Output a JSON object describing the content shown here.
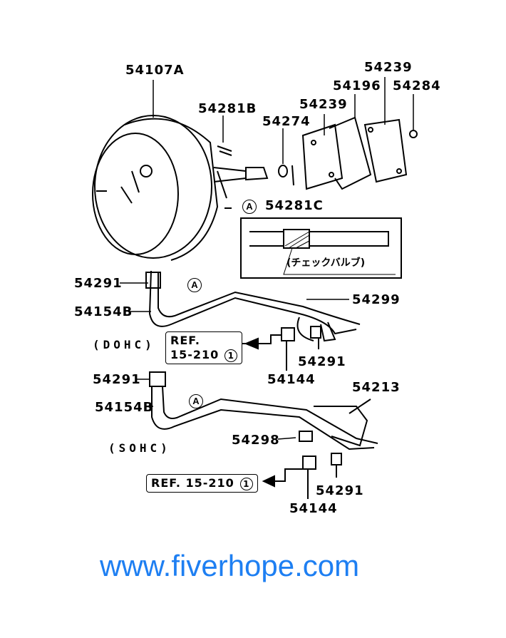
{
  "labels": {
    "p54107A": "54107A",
    "p54281B": "54281B",
    "p54274": "54274",
    "p54239a": "54239",
    "p54196": "54196",
    "p54239b": "54239",
    "p54284": "54284",
    "p54281C": "54281C",
    "p54291a": "54291",
    "p54154Ba": "54154B",
    "p54299": "54299",
    "p54291b": "54291",
    "p54144a": "54144",
    "p54291c": "54291",
    "p54154Bb": "54154B",
    "p54213": "54213",
    "p54298": "54298",
    "p54291d": "54291",
    "p54144b": "54144"
  },
  "variants": {
    "dohc": "(DOHC)",
    "sohc": "(SOHC)"
  },
  "refs": {
    "dohc_line1": "REF.",
    "dohc_line2": "15-210",
    "dohc_num": "1",
    "sohc_text": "REF. 15-210",
    "sohc_num": "1"
  },
  "callout": "A",
  "inset_caption": "(チェックバルブ)",
  "watermark": "www.fiverhope.com",
  "watermark_color": "#1e7ff2"
}
